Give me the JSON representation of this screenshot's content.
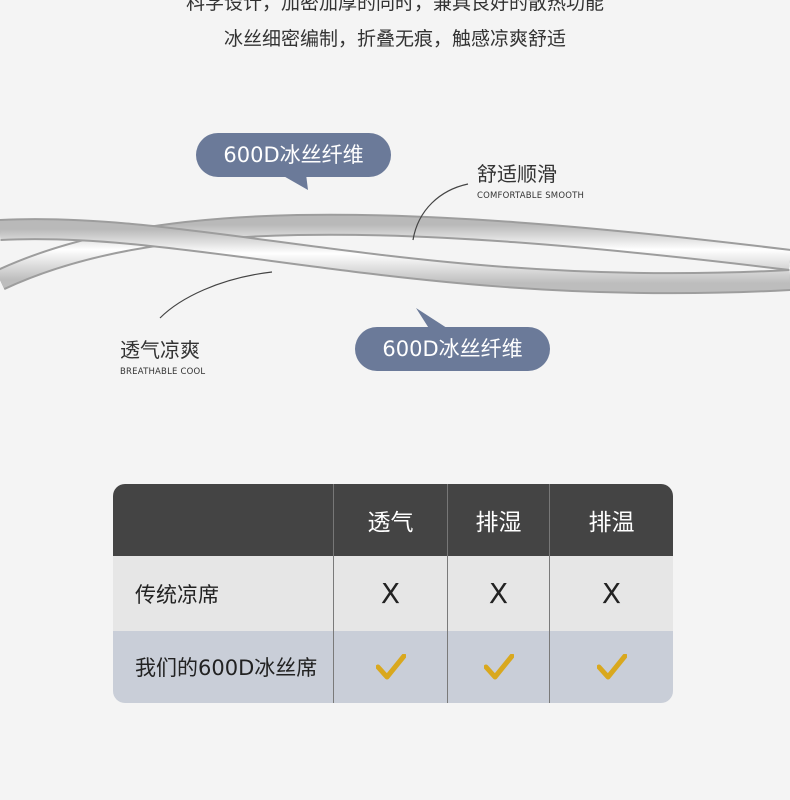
{
  "intro": {
    "line1": "科学设计，加密加厚的同时，兼具良好的散热功能",
    "line2": "冰丝细密编制，折叠无痕，触感凉爽舒适"
  },
  "bubbles": {
    "top": "600D冰丝纤维",
    "bottom": "600D冰丝纤维"
  },
  "callouts": {
    "right": {
      "cn": "舒适顺滑",
      "en": "COMFORTABLE SMOOTH"
    },
    "left": {
      "cn": "透气凉爽",
      "en": "BREATHABLE COOL"
    }
  },
  "table": {
    "headers": [
      "",
      "透气",
      "排湿",
      "排温"
    ],
    "rows": [
      {
        "label": "传统凉席",
        "values": [
          "X",
          "X",
          "X"
        ]
      },
      {
        "label": "我们的600D冰丝席",
        "values": [
          "check",
          "check",
          "check"
        ]
      }
    ]
  },
  "colors": {
    "bubble": "#6b7a99",
    "table_header": "#444444",
    "row_traditional": "#e6e6e6",
    "row_ours": "#c9ced8",
    "check": "#d9a81e"
  }
}
